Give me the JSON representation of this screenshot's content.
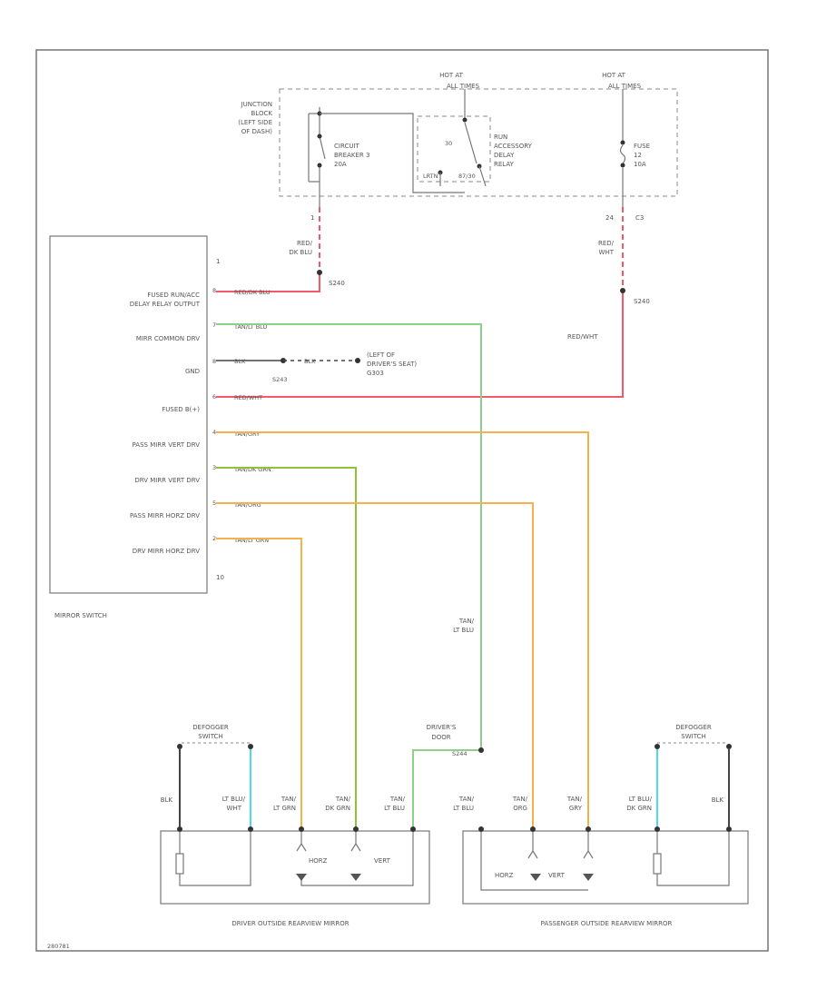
{
  "junction": {
    "label": [
      "JUNCTION",
      "BLOCK",
      "(LEFT SIDE",
      "OF DASH)"
    ],
    "hot1": [
      "HOT AT",
      "ALL TIMES"
    ],
    "hot2": [
      "HOT AT",
      "ALL TIMES"
    ],
    "breaker": [
      "CIRCUIT",
      "BREAKER 3",
      "20A"
    ],
    "relay": [
      "RUN",
      "ACCESSORY",
      "DELAY",
      "RELAY"
    ],
    "relay_pin_30": "30",
    "relay_pin_left": "LRTN",
    "relay_pin_right": "87/30",
    "fuse": [
      "FUSE",
      "12",
      "10A"
    ],
    "pin_1": "1",
    "pin_24": "24",
    "conn_c3": "C3"
  },
  "wires": {
    "red_dkblu": [
      "RED/",
      "DK BLU"
    ],
    "red_wht": [
      "RED/",
      "WHT"
    ],
    "s240_a": "S240",
    "s240_b": "S240",
    "red_wht_long": "RED/WHT",
    "tan_ltblu": [
      "TAN/",
      "LT BLU"
    ],
    "drivers_door": [
      "DRIVER'S",
      "DOOR"
    ],
    "s244": "S244"
  },
  "switch": {
    "title": "MIRROR SWITCH",
    "pin_top": "1",
    "pin_bottom": "10",
    "rows": [
      {
        "pin": "8",
        "label": [
          "FUSED RUN/ACC",
          "DELAY RELAY OUTPUT"
        ],
        "wire": "RED/DK BLU"
      },
      {
        "pin": "7",
        "label": [
          "MIRR COMMON DRV"
        ],
        "wire": "TAN/LT BLU"
      },
      {
        "pin": "8",
        "label": [
          "GND"
        ],
        "wire": "BLK"
      },
      {
        "pin": "6",
        "label": [
          "FUSED B(+)"
        ],
        "wire": "RED/WHT"
      },
      {
        "pin": "4",
        "label": [
          "PASS MIRR VERT DRV"
        ],
        "wire": "TAN/GRY"
      },
      {
        "pin": "3",
        "label": [
          "DRV MIRR VERT DRV"
        ],
        "wire": "TAN/DK GRN"
      },
      {
        "pin": "5",
        "label": [
          "PASS MIRR HORZ DRV"
        ],
        "wire": "TAN/ORG"
      },
      {
        "pin": "2",
        "label": [
          "DRV MIRR HORZ DRV"
        ],
        "wire": "TAN/LT GRN"
      }
    ]
  },
  "ground": {
    "blk": "BLK",
    "s243": "S243",
    "blk2": "BLK",
    "location": [
      "(LEFT OF",
      "DRIVER'S SEAT)"
    ],
    "g303": "G303"
  },
  "driver_mirror": {
    "title": "DRIVER OUTSIDE REARVIEW MIRROR",
    "defogger": [
      "DEFOGGER",
      "SWITCH"
    ],
    "wires": [
      [
        "BLK"
      ],
      [
        "LT BLU/",
        "WHT"
      ],
      [
        "TAN/",
        "LT GRN"
      ],
      [
        "TAN/",
        "DK GRN"
      ],
      [
        "TAN/",
        "LT BLU"
      ]
    ],
    "horz": "HORZ",
    "vert": "VERT"
  },
  "passenger_mirror": {
    "title": "PASSENGER OUTSIDE REARVIEW MIRROR",
    "defogger": [
      "DEFOGGER",
      "SWITCH"
    ],
    "wires": [
      [
        "TAN/",
        "LT BLU"
      ],
      [
        "TAN/",
        "ORG"
      ],
      [
        "TAN/",
        "GRY"
      ],
      [
        "LT BLU/",
        "DK GRN"
      ],
      [
        "BLK"
      ]
    ],
    "horz": "HORZ",
    "vert": "VERT"
  },
  "figure_id": "280781",
  "colors": {
    "red": "#f25a6a",
    "green_lt": "#8ed08a",
    "green_dk": "#8fc23a",
    "orange": "#f5b24c",
    "cyan": "#4fd8e8",
    "black": "#444444"
  }
}
